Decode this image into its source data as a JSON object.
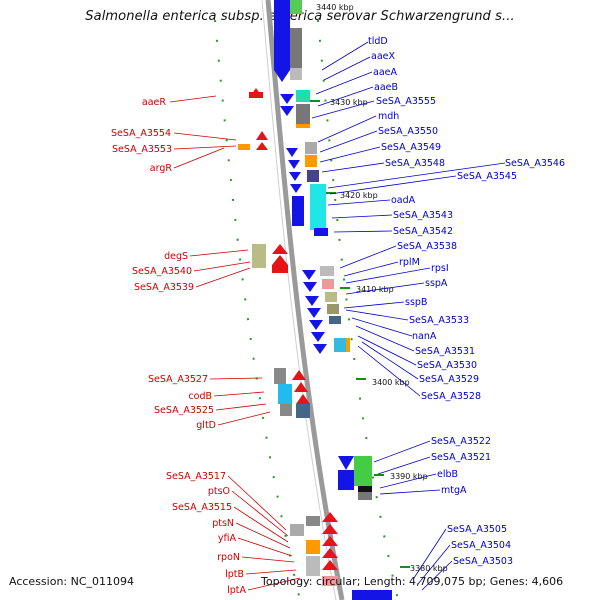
{
  "title": "Salmonella enterica subsp. enterica serovar Schwarzengrund s...",
  "footer": {
    "accession": "Accession: NC_011094",
    "topology": "Topology: circular; Length: 4,709,075 bp; Genes: 4,606"
  },
  "colors": {
    "forward_label": "#0000cc",
    "reverse_label": "#cc0000",
    "forward_gene": "#1414e6",
    "reverse_gene": "#e61414",
    "backbone": "#888888",
    "tick": "#1e8a1e"
  },
  "scale_marks": [
    "3440 kbp",
    "3430 kbp",
    "3420 kbp",
    "3410 kbp",
    "3400 kbp",
    "3390 kbp",
    "3380 kbp"
  ],
  "forward_labels": [
    "tldD",
    "aaeX",
    "aaeA",
    "aaeB",
    "SeSA_A3555",
    "mdh",
    "SeSA_A3550",
    "SeSA_A3549",
    "SeSA_A3548",
    "SeSA_A3546",
    "SeSA_A3545",
    "oadA",
    "SeSA_A3543",
    "SeSA_A3542",
    "SeSA_A3538",
    "rplM",
    "rpsI",
    "sspA",
    "sspB",
    "SeSA_A3533",
    "nanA",
    "SeSA_A3531",
    "SeSA_A3530",
    "SeSA_A3529",
    "SeSA_A3528",
    "SeSA_A3522",
    "SeSA_A3521",
    "elbB",
    "mtgA",
    "SeSA_A3505",
    "SeSA_A3504",
    "SeSA_A3503"
  ],
  "reverse_labels": [
    "aaeR",
    "SeSA_A3554",
    "SeSA_A3553",
    "argR",
    "degS",
    "SeSA_A3540",
    "SeSA_A3539",
    "SeSA_A3527",
    "codB",
    "SeSA_A3525",
    "gltD",
    "SeSA_A3517",
    "ptsO",
    "SeSA_A3515",
    "ptsN",
    "yfiA",
    "rpoN",
    "lptB",
    "lptA"
  ]
}
